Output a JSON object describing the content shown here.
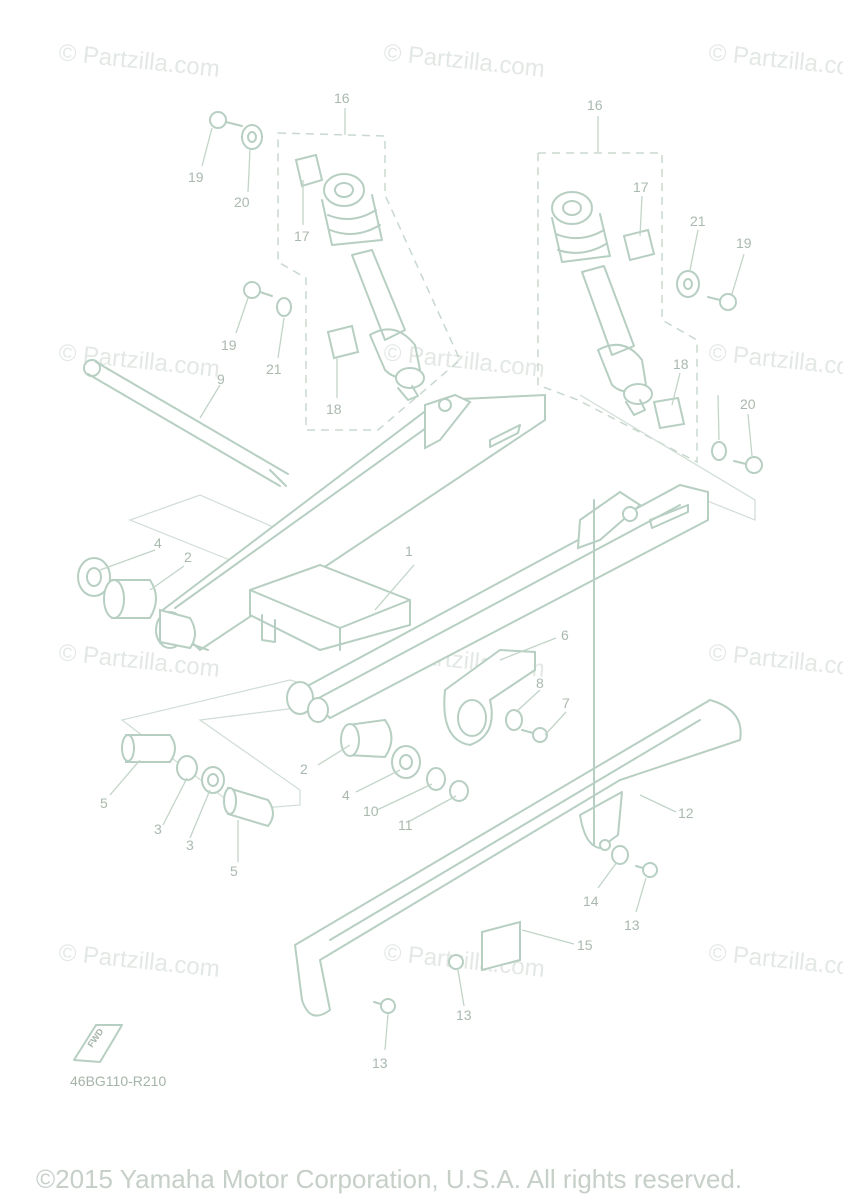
{
  "watermark": "© Partzilla.com",
  "diagram_code": "46BG110-R210",
  "fwd_label": "FWD",
  "copyright": "©2015 Yamaha Motor Corporation, U.S.A. All rights reserved.",
  "callouts": [
    "1",
    "2",
    "2",
    "3",
    "3",
    "4",
    "4",
    "5",
    "5",
    "6",
    "7",
    "8",
    "9",
    "10",
    "11",
    "12",
    "13",
    "13",
    "13",
    "14",
    "15",
    "16",
    "16",
    "17",
    "17",
    "18",
    "18",
    "19",
    "19",
    "19",
    "20",
    "20",
    "21",
    "21"
  ]
}
